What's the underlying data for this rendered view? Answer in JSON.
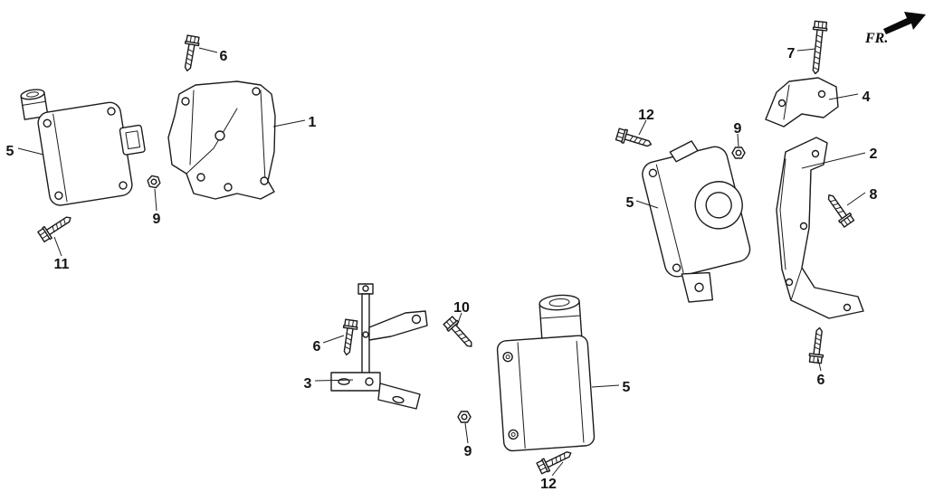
{
  "colors": {
    "line": "#1c1c1c",
    "background": "#ffffff"
  },
  "direction_indicator": {
    "label": "FR."
  },
  "callouts": [
    {
      "id": "bolt-6-top-left",
      "label": "6"
    },
    {
      "id": "bracket-1",
      "label": "1"
    },
    {
      "id": "coil-5-top-left",
      "label": "5"
    },
    {
      "id": "nut-9-top-left",
      "label": "9"
    },
    {
      "id": "bolt-11",
      "label": "11"
    },
    {
      "id": "bolt-6-center",
      "label": "6"
    },
    {
      "id": "bolt-10",
      "label": "10"
    },
    {
      "id": "bracket-3",
      "label": "3"
    },
    {
      "id": "coil-5-center",
      "label": "5"
    },
    {
      "id": "nut-9-center",
      "label": "9"
    },
    {
      "id": "bolt-12-center",
      "label": "12"
    },
    {
      "id": "bolt-7",
      "label": "7"
    },
    {
      "id": "bracket-4",
      "label": "4"
    },
    {
      "id": "bolt-12-right",
      "label": "12"
    },
    {
      "id": "nut-9-right",
      "label": "9"
    },
    {
      "id": "bracket-2",
      "label": "2"
    },
    {
      "id": "bolt-8",
      "label": "8"
    },
    {
      "id": "coil-5-right",
      "label": "5"
    },
    {
      "id": "bolt-6-right",
      "label": "6"
    }
  ]
}
